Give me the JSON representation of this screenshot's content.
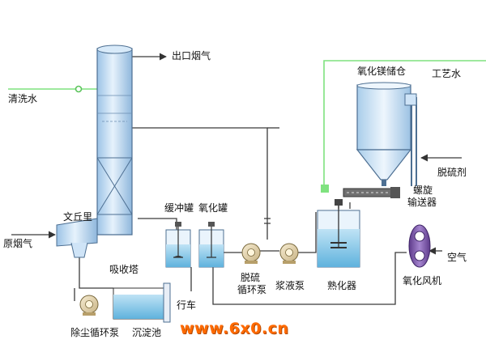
{
  "labels": {
    "outlet_flue_gas": "出口烟气",
    "wash_water": "清洗水",
    "raw_flue_gas": "原烟气",
    "venturi": "文丘里",
    "absorption_tower": "吸收塔",
    "buffer_tank": "缓冲罐",
    "oxidation_tank": "氧化罐",
    "desulf_pump_line1": "脱硫",
    "desulf_pump_line2": "循环泵",
    "slurry_pump": "浆液泵",
    "slaker": "熟化器",
    "magnesium_oxide_silo": "氧化镁储仓",
    "process_water": "工艺水",
    "desulfurizer": "脱硫剂",
    "screw_conveyor_line1": "螺旋",
    "screw_conveyor_line2": "输送器",
    "air": "空气",
    "oxidation_fan": "氧化风机",
    "dust_pump": "除尘循环泵",
    "settling_tank": "沉淀池",
    "crane": "行车"
  },
  "watermark": "www.6x0.cn",
  "colors": {
    "vessel_fill": "#cfe4f7",
    "vessel_edge": "#4d6f92",
    "liquid": "#7fc4e6",
    "pipe": "#3b3b3b",
    "water_pipe": "#7fe27f",
    "pump": "#e8d9b0",
    "fan": "#7a56a8",
    "watermark": "#ff6a00"
  }
}
